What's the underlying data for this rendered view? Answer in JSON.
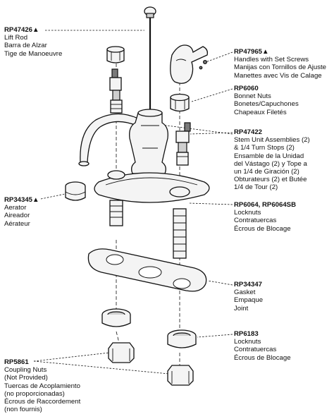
{
  "callouts": [
    {
      "part": "RP47426▲",
      "lines": [
        "Lift Rod",
        "Barra de Alzar",
        "Tige de Manoeuvre"
      ]
    },
    {
      "part": "RP47965▲",
      "lines": [
        "Handles with Set Screws",
        "Manijas con Tornillos de Ajuste",
        "Manettes avec Vis de Calage"
      ]
    },
    {
      "part": "RP6060",
      "lines": [
        "Bonnet Nuts",
        "Bonetes/Capuchones",
        "Chapeaux Filetés"
      ]
    },
    {
      "part": "RP47422",
      "lines": [
        "Stem Unit Assemblies (2)",
        "& 1/4 Turn Stops (2)",
        "Ensamble de la Unidad",
        "del Vástago (2) y Tope a",
        "un 1/4 de Giración (2)",
        "Obturateurs (2) et Butée",
        "1/4 de Tour (2)"
      ]
    },
    {
      "part": "RP34345▲",
      "lines": [
        "Aerator",
        "Aireador",
        "Aérateur"
      ]
    },
    {
      "part": "RP6064, RP6064SB",
      "lines": [
        "Locknuts",
        "Contratuercas",
        "Écrous de Blocage"
      ]
    },
    {
      "part": "RP34347",
      "lines": [
        "Gasket",
        "Empaque",
        "Joint"
      ]
    },
    {
      "part": "RP6183",
      "lines": [
        "Locknuts",
        "Contratuercas",
        "Écrous de Blocage"
      ]
    },
    {
      "part": "RP5861",
      "lines": [
        "Coupling Nuts",
        "(Not Provided)",
        "Tuercas de Acoplamiento",
        "(no proporcionadas)",
        "Écrous de Raccordement",
        "(non fournis)"
      ]
    }
  ]
}
